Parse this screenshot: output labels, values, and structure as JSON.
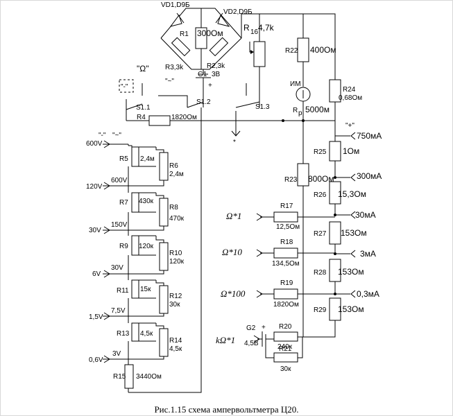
{
  "caption": "Рис.1.15 схема ампервольтметра Ц20.",
  "labels": {
    "vd1": "VD1,D9Б",
    "vd2": "VD2,D9Б",
    "r1": "R1",
    "r1_val": "300Ом",
    "r16": "R",
    "r16_sub": "16",
    "r16_val": "4,7k",
    "r22": "R22",
    "r22_val": "400Ом",
    "r3": "R3,3k",
    "r2": "R2,3k",
    "g1": "G1",
    "g1_val": "3B",
    "plus_g1": "+",
    "omega_q": "\"Ω\"",
    "tilde_q": "\"~\"",
    "minus_q": "\"-\"",
    "im": "ИМ",
    "r24": "R24",
    "r24_val": "0,68Ом",
    "rp": "R",
    "rp_sub": "p",
    "rp_val": "5000м",
    "s11": "S1.1",
    "s12": "S1.2",
    "s13": "S1.3",
    "r4": "R4",
    "r4_val": "1820Ом",
    "star": "*",
    "plus_q": "\"+\"",
    "a750": "750мА",
    "v600": "600V",
    "q_minus2": "\"-\"",
    "q_tilde2": "\"~\"",
    "r5": "R5",
    "r5_val": "2,4м",
    "r6": "R6",
    "r6_val": "2,4м",
    "v600b": "600V",
    "v120": "120V",
    "r7": "R7",
    "r7_val": "430к",
    "r8": "R8",
    "r8_val": "470к",
    "v150": "150V",
    "v30": "30V",
    "r9": "R9",
    "r9_val": "120к",
    "r10": "R10",
    "r10_val": "120к",
    "v30b": "30V",
    "v6": "6V",
    "r11": "R11",
    "r11_val": "15к",
    "r12": "R12",
    "r12_val": "30к",
    "v75": "7,5V",
    "v15": "1,5V",
    "r13": "R13",
    "r13_val": "4,5к",
    "r14": "R14",
    "r14_val": "4,5к",
    "v3": "3V",
    "v06": "0,6V",
    "r15": "R15",
    "r15_val": "3440Ом",
    "r25": "R25",
    "r25_val": "1Ом",
    "r23": "R23",
    "r23_val": "800Ом",
    "a300": "300мА",
    "r26": "R26",
    "r26_val": "15,3Ом",
    "ohm1": "Ω*1",
    "r17": "R17",
    "r17_val": "12,5Ом",
    "a30": "30мА",
    "r27": "R27",
    "r27_val": "153Ом",
    "ohm10": "Ω*10",
    "r18": "R18",
    "r18_val": "134,5Ом",
    "a3": "3мА",
    "r28": "R28",
    "r28_val": "153Ом",
    "ohm100": "Ω*100",
    "r19": "R19",
    "r19_val": "1820Ом",
    "a03": "0,3мА",
    "r29": "R29",
    "r29_val": "153Ом",
    "g2": "G2",
    "g2_val": "4,5В",
    "plus_g2": "+",
    "r20": "R20",
    "r20_val": "240к",
    "r21": "R21",
    "r21_val": "30к",
    "kohm1": "kΩ*1"
  }
}
